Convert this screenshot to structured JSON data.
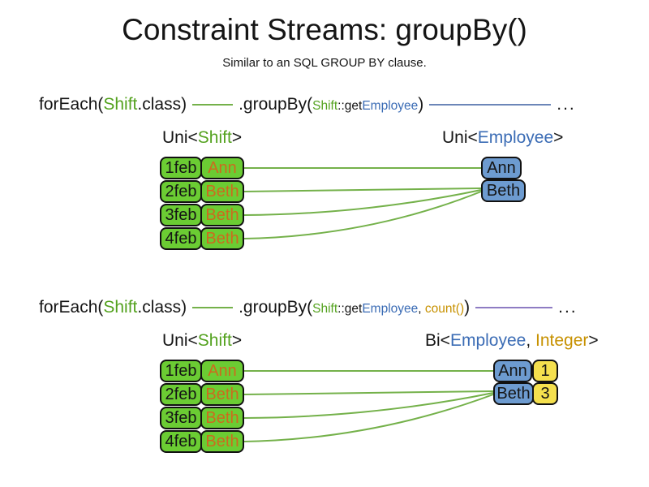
{
  "title": "Constraint Streams: groupBy()",
  "subtitle": "Similar to an SQL GROUP BY clause.",
  "colors": {
    "text_green": "#54A21F",
    "text_blue": "#3B6CB5",
    "text_gold": "#C79100",
    "text_orange": "#CC6B1E",
    "box_green": "#6BCC33",
    "box_blue": "#6D9BD0",
    "box_yellow": "#F5E04E",
    "line_green": "#74B14A",
    "line_blue": "#6C86B8",
    "line_purple": "#8E7CC3"
  },
  "row1": {
    "code": {
      "foreach": "forEach(",
      "class_arg": "Shift",
      "class_close": ".class)",
      "groupby": ".groupBy(",
      "key_class": "Shift",
      "key_method": "::get",
      "key_type": "Employee",
      "close": ")",
      "ellipsis": "..."
    },
    "left_label": {
      "pre": "Uni<",
      "type": "Shift",
      "post": ">"
    },
    "right_label": {
      "pre": "Uni<",
      "type": "Employee",
      "post": ">"
    },
    "table": [
      {
        "date": "1feb",
        "name": "Ann"
      },
      {
        "date": "2feb",
        "name": "Beth"
      },
      {
        "date": "3feb",
        "name": "Beth"
      },
      {
        "date": "4feb",
        "name": "Beth"
      }
    ],
    "groups": [
      "Ann",
      "Beth"
    ]
  },
  "row2": {
    "code": {
      "foreach": "forEach(",
      "class_arg": "Shift",
      "class_close": ".class)",
      "groupby": ".groupBy(",
      "key_class": "Shift",
      "key_method": "::get",
      "key_type": "Employee",
      "comma": ", ",
      "collector": "count()",
      "close": ")",
      "ellipsis": "..."
    },
    "left_label": {
      "pre": "Uni<",
      "type": "Shift",
      "post": ">"
    },
    "right_label": {
      "pre": "Bi<",
      "type1": "Employee",
      "comma": ", ",
      "type2": "Integer",
      "post": ">"
    },
    "table": [
      {
        "date": "1feb",
        "name": "Ann"
      },
      {
        "date": "2feb",
        "name": "Beth"
      },
      {
        "date": "3feb",
        "name": "Beth"
      },
      {
        "date": "4feb",
        "name": "Beth"
      }
    ],
    "groups": [
      {
        "name": "Ann",
        "count": "1"
      },
      {
        "name": "Beth",
        "count": "3"
      }
    ]
  }
}
